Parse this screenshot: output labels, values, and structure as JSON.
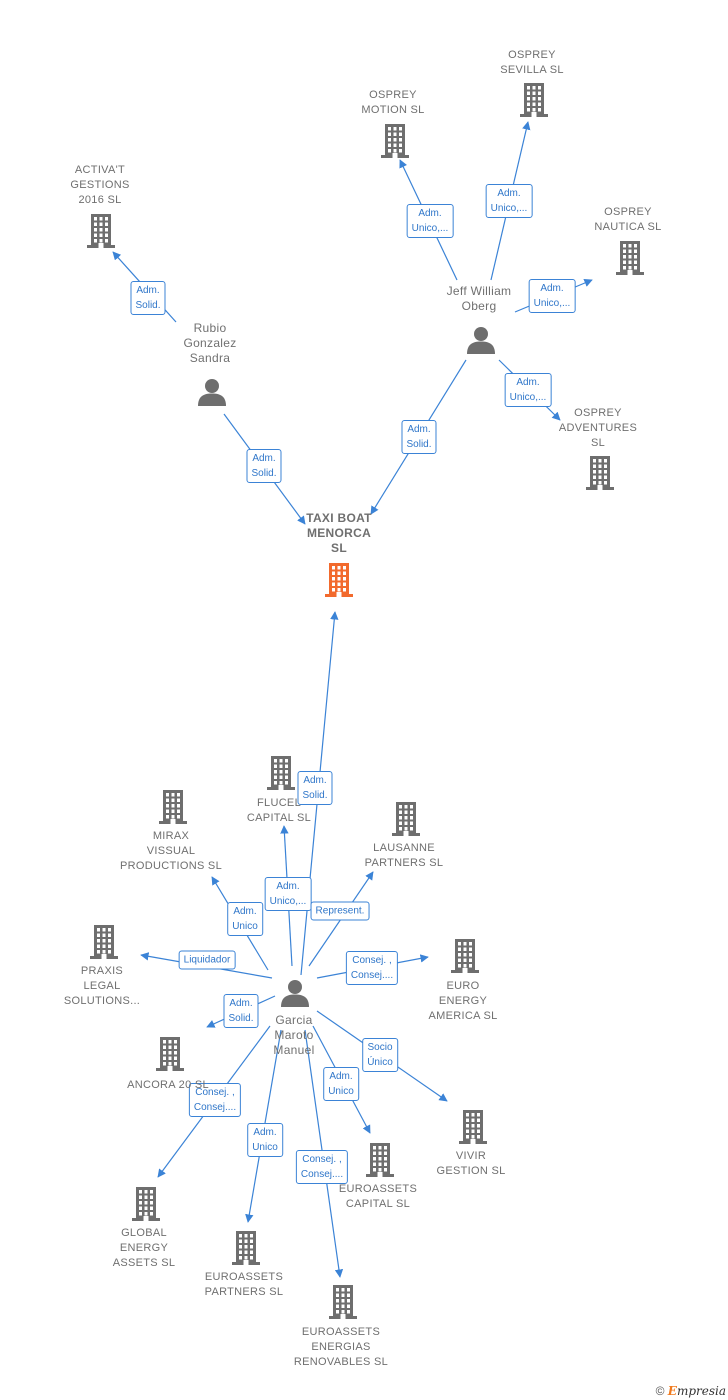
{
  "nodes": [
    {
      "id": "taxi",
      "type": "company",
      "main": true,
      "label": "TAXI BOAT\nMENORCA\nSL"
    },
    {
      "id": "rubio",
      "type": "person",
      "label": "Rubio\nGonzalez\nSandra"
    },
    {
      "id": "jeff",
      "type": "person",
      "label": "Jeff William\nOberg"
    },
    {
      "id": "garcia",
      "type": "person",
      "label": "Garcia\nMaroto\nManuel"
    },
    {
      "id": "activat",
      "type": "company",
      "label": "ACTIVA'T\nGESTIONS\n2016  SL"
    },
    {
      "id": "ospmotion",
      "type": "company",
      "label": "OSPREY\nMOTION  SL"
    },
    {
      "id": "ospsevilla",
      "type": "company",
      "label": "OSPREY\nSEVILLA  SL"
    },
    {
      "id": "ospnautica",
      "type": "company",
      "label": "OSPREY\nNAUTICA  SL"
    },
    {
      "id": "ospadv",
      "type": "company",
      "label": "OSPREY\nADVENTURES\nSL"
    },
    {
      "id": "flucel",
      "type": "company",
      "label": "FLUCEL\nCAPITAL  SL"
    },
    {
      "id": "mirax",
      "type": "company",
      "label": "MIRAX\nVISSUAL\nPRODUCTIONS SL"
    },
    {
      "id": "lausanne",
      "type": "company",
      "label": "LAUSANNE\nPARTNERS  SL"
    },
    {
      "id": "praxis",
      "type": "company",
      "label": "PRAXIS\nLEGAL\nSOLUTIONS..."
    },
    {
      "id": "euroamerica",
      "type": "company",
      "label": "EURO\nENERGY\nAMERICA SL"
    },
    {
      "id": "ancora",
      "type": "company",
      "label": "ANCORA 20  SL"
    },
    {
      "id": "vivir",
      "type": "company",
      "label": "VIVIR\nGESTION  SL"
    },
    {
      "id": "euroacap",
      "type": "company",
      "label": "EUROASSETS\nCAPITAL SL"
    },
    {
      "id": "globalenergy",
      "type": "company",
      "label": "GLOBAL\nENERGY\nASSETS SL"
    },
    {
      "id": "euroapart",
      "type": "company",
      "label": "EUROASSETS\nPARTNERS  SL"
    },
    {
      "id": "euroaener",
      "type": "company",
      "label": "EUROASSETS\nENERGIAS\nRENOVABLES SL"
    }
  ],
  "edges": [
    {
      "from": "rubio",
      "to": "activat",
      "label": "Adm.\nSolid."
    },
    {
      "from": "rubio",
      "to": "taxi",
      "label": "Adm.\nSolid."
    },
    {
      "from": "jeff",
      "to": "ospmotion",
      "label": "Adm.\nUnico,..."
    },
    {
      "from": "jeff",
      "to": "ospsevilla",
      "label": "Adm.\nUnico,..."
    },
    {
      "from": "jeff",
      "to": "ospnautica",
      "label": "Adm.\nUnico,..."
    },
    {
      "from": "jeff",
      "to": "ospadv",
      "label": "Adm.\nUnico,..."
    },
    {
      "from": "jeff",
      "to": "taxi",
      "label": "Adm.\nSolid."
    },
    {
      "from": "garcia",
      "to": "taxi",
      "label": "Adm.\nSolid."
    },
    {
      "from": "garcia",
      "to": "flucel",
      "label": "Adm.\nUnico,..."
    },
    {
      "from": "garcia",
      "to": "mirax",
      "label": "Adm.\nUnico"
    },
    {
      "from": "garcia",
      "to": "lausanne",
      "label": "Represent."
    },
    {
      "from": "garcia",
      "to": "praxis",
      "label": "Liquidador"
    },
    {
      "from": "garcia",
      "to": "euroamerica",
      "label": "Consej. ,\nConsej...."
    },
    {
      "from": "garcia",
      "to": "ancora",
      "label": "Adm.\nSolid."
    },
    {
      "from": "garcia",
      "to": "vivir",
      "label": "Socio\nÚnico"
    },
    {
      "from": "garcia",
      "to": "euroacap",
      "label": "Adm.\nUnico"
    },
    {
      "from": "garcia",
      "to": "globalenergy",
      "label": "Consej. ,\nConsej...."
    },
    {
      "from": "garcia",
      "to": "euroapart",
      "label": "Adm.\nUnico"
    },
    {
      "from": "garcia",
      "to": "euroaener",
      "label": "Consej. ,\nConsej...."
    }
  ],
  "colors": {
    "edge": "#3b83d6",
    "company": "#6e6e6e",
    "main_company": "#f26a2d",
    "person": "#6e6e6e"
  },
  "icons": {
    "company": "building-icon",
    "person": "person-icon"
  },
  "footer": {
    "copyright": "©",
    "brand_first": "E",
    "brand_rest": "mpresia"
  }
}
